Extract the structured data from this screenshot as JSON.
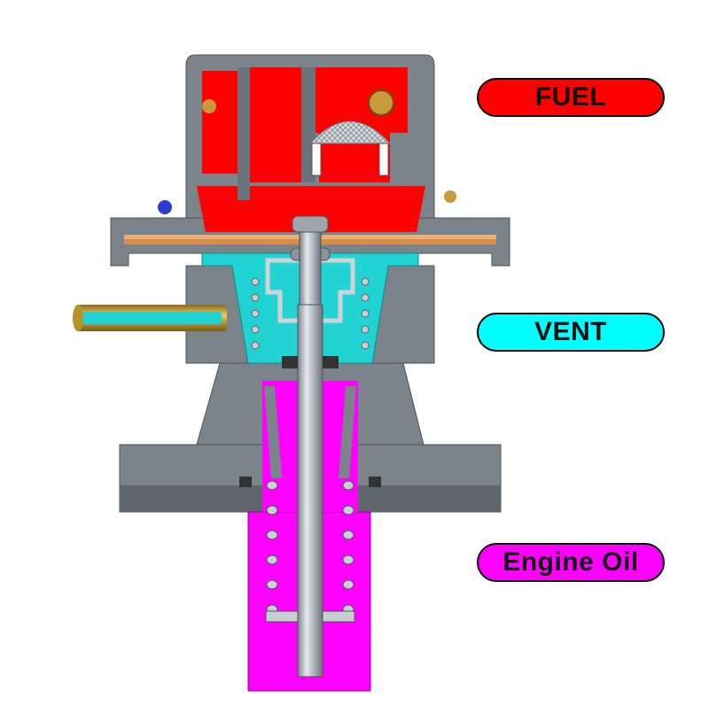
{
  "legend": {
    "fuel": {
      "label": "FUEL",
      "color": "#ff0000"
    },
    "vent": {
      "label": "VENT",
      "color": "#00ffff"
    },
    "oil": {
      "label": "Engine Oil",
      "color": "#ff00ff"
    }
  },
  "colors": {
    "body_metal": "#7b838b",
    "body_metal_dark": "#5a6168",
    "body_metal_light": "#a9b0b6",
    "shaft": "#b9bec4",
    "diaphragm": "#d98b4a",
    "brass_tube": "#c8a43c",
    "spring": "#c9ced3"
  }
}
